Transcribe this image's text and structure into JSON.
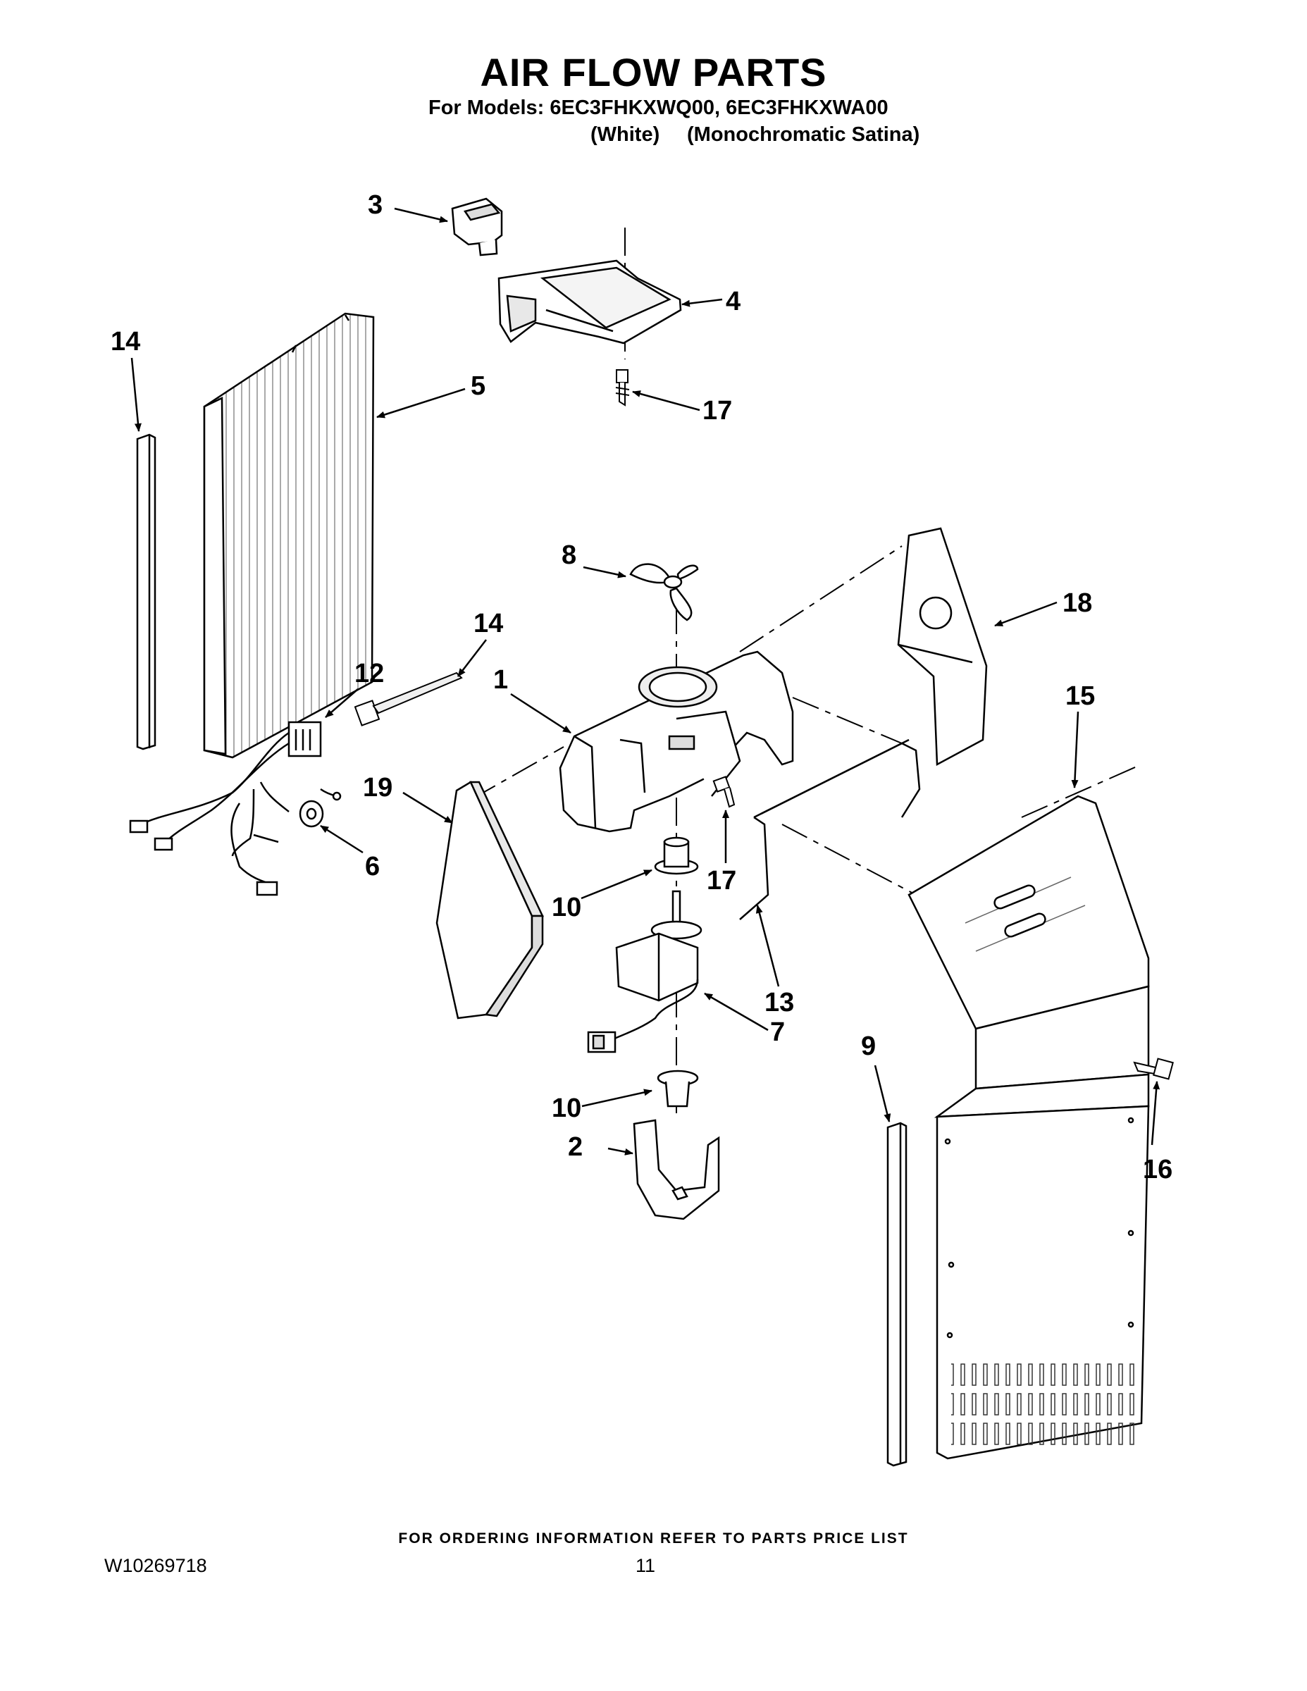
{
  "header": {
    "title": "AIR FLOW PARTS",
    "models_line": "For Models: 6EC3FHKXWQ00, 6EC3FHKXWA00",
    "variant_1": "(White)",
    "variant_2": "(Monochromatic Satina)"
  },
  "callouts": {
    "c1": "1",
    "c2": "2",
    "c3": "3",
    "c4": "4",
    "c5": "5",
    "c6": "6",
    "c7": "7",
    "c8": "8",
    "c9": "9",
    "c10a": "10",
    "c10b": "10",
    "c12": "12",
    "c13": "13",
    "c14a": "14",
    "c14b": "14",
    "c15": "15",
    "c16": "16",
    "c17a": "17",
    "c17b": "17",
    "c18": "18",
    "c19": "19"
  },
  "footer": {
    "ordering_note": "FOR ORDERING INFORMATION REFER TO PARTS PRICE LIST",
    "document_number": "W10269718",
    "page_number": "11"
  }
}
